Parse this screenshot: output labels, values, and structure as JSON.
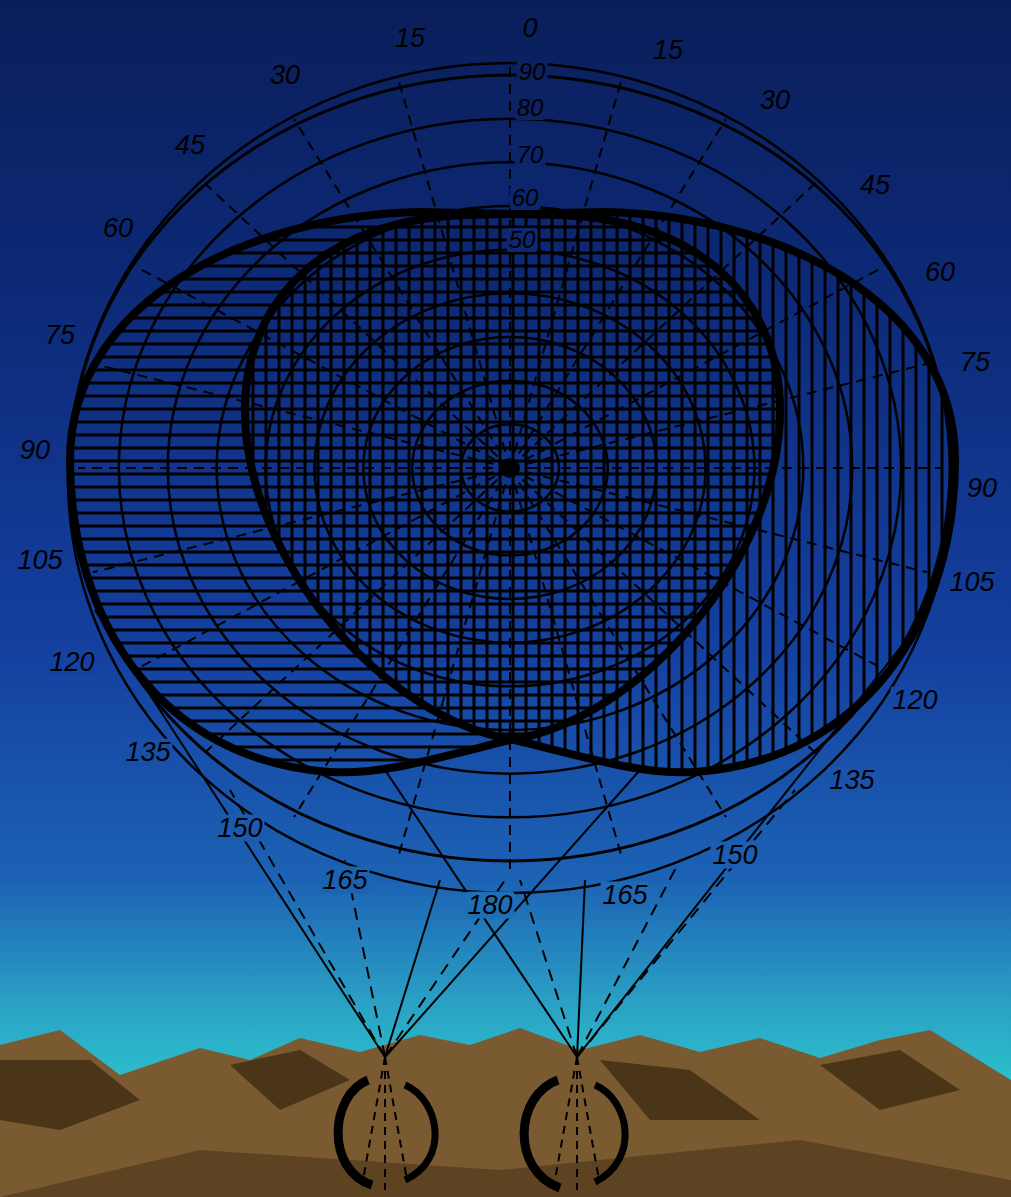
{
  "diagram": {
    "labels": [
      "0",
      "15",
      "30",
      "45",
      "60",
      "75",
      "90",
      "105",
      "120",
      "135",
      "150",
      "165",
      "180",
      "15",
      "30",
      "45",
      "60",
      "75",
      "90",
      "105",
      "120",
      "135",
      "150",
      "165",
      "90",
      "80",
      "70",
      "60",
      "50"
    ]
  }
}
